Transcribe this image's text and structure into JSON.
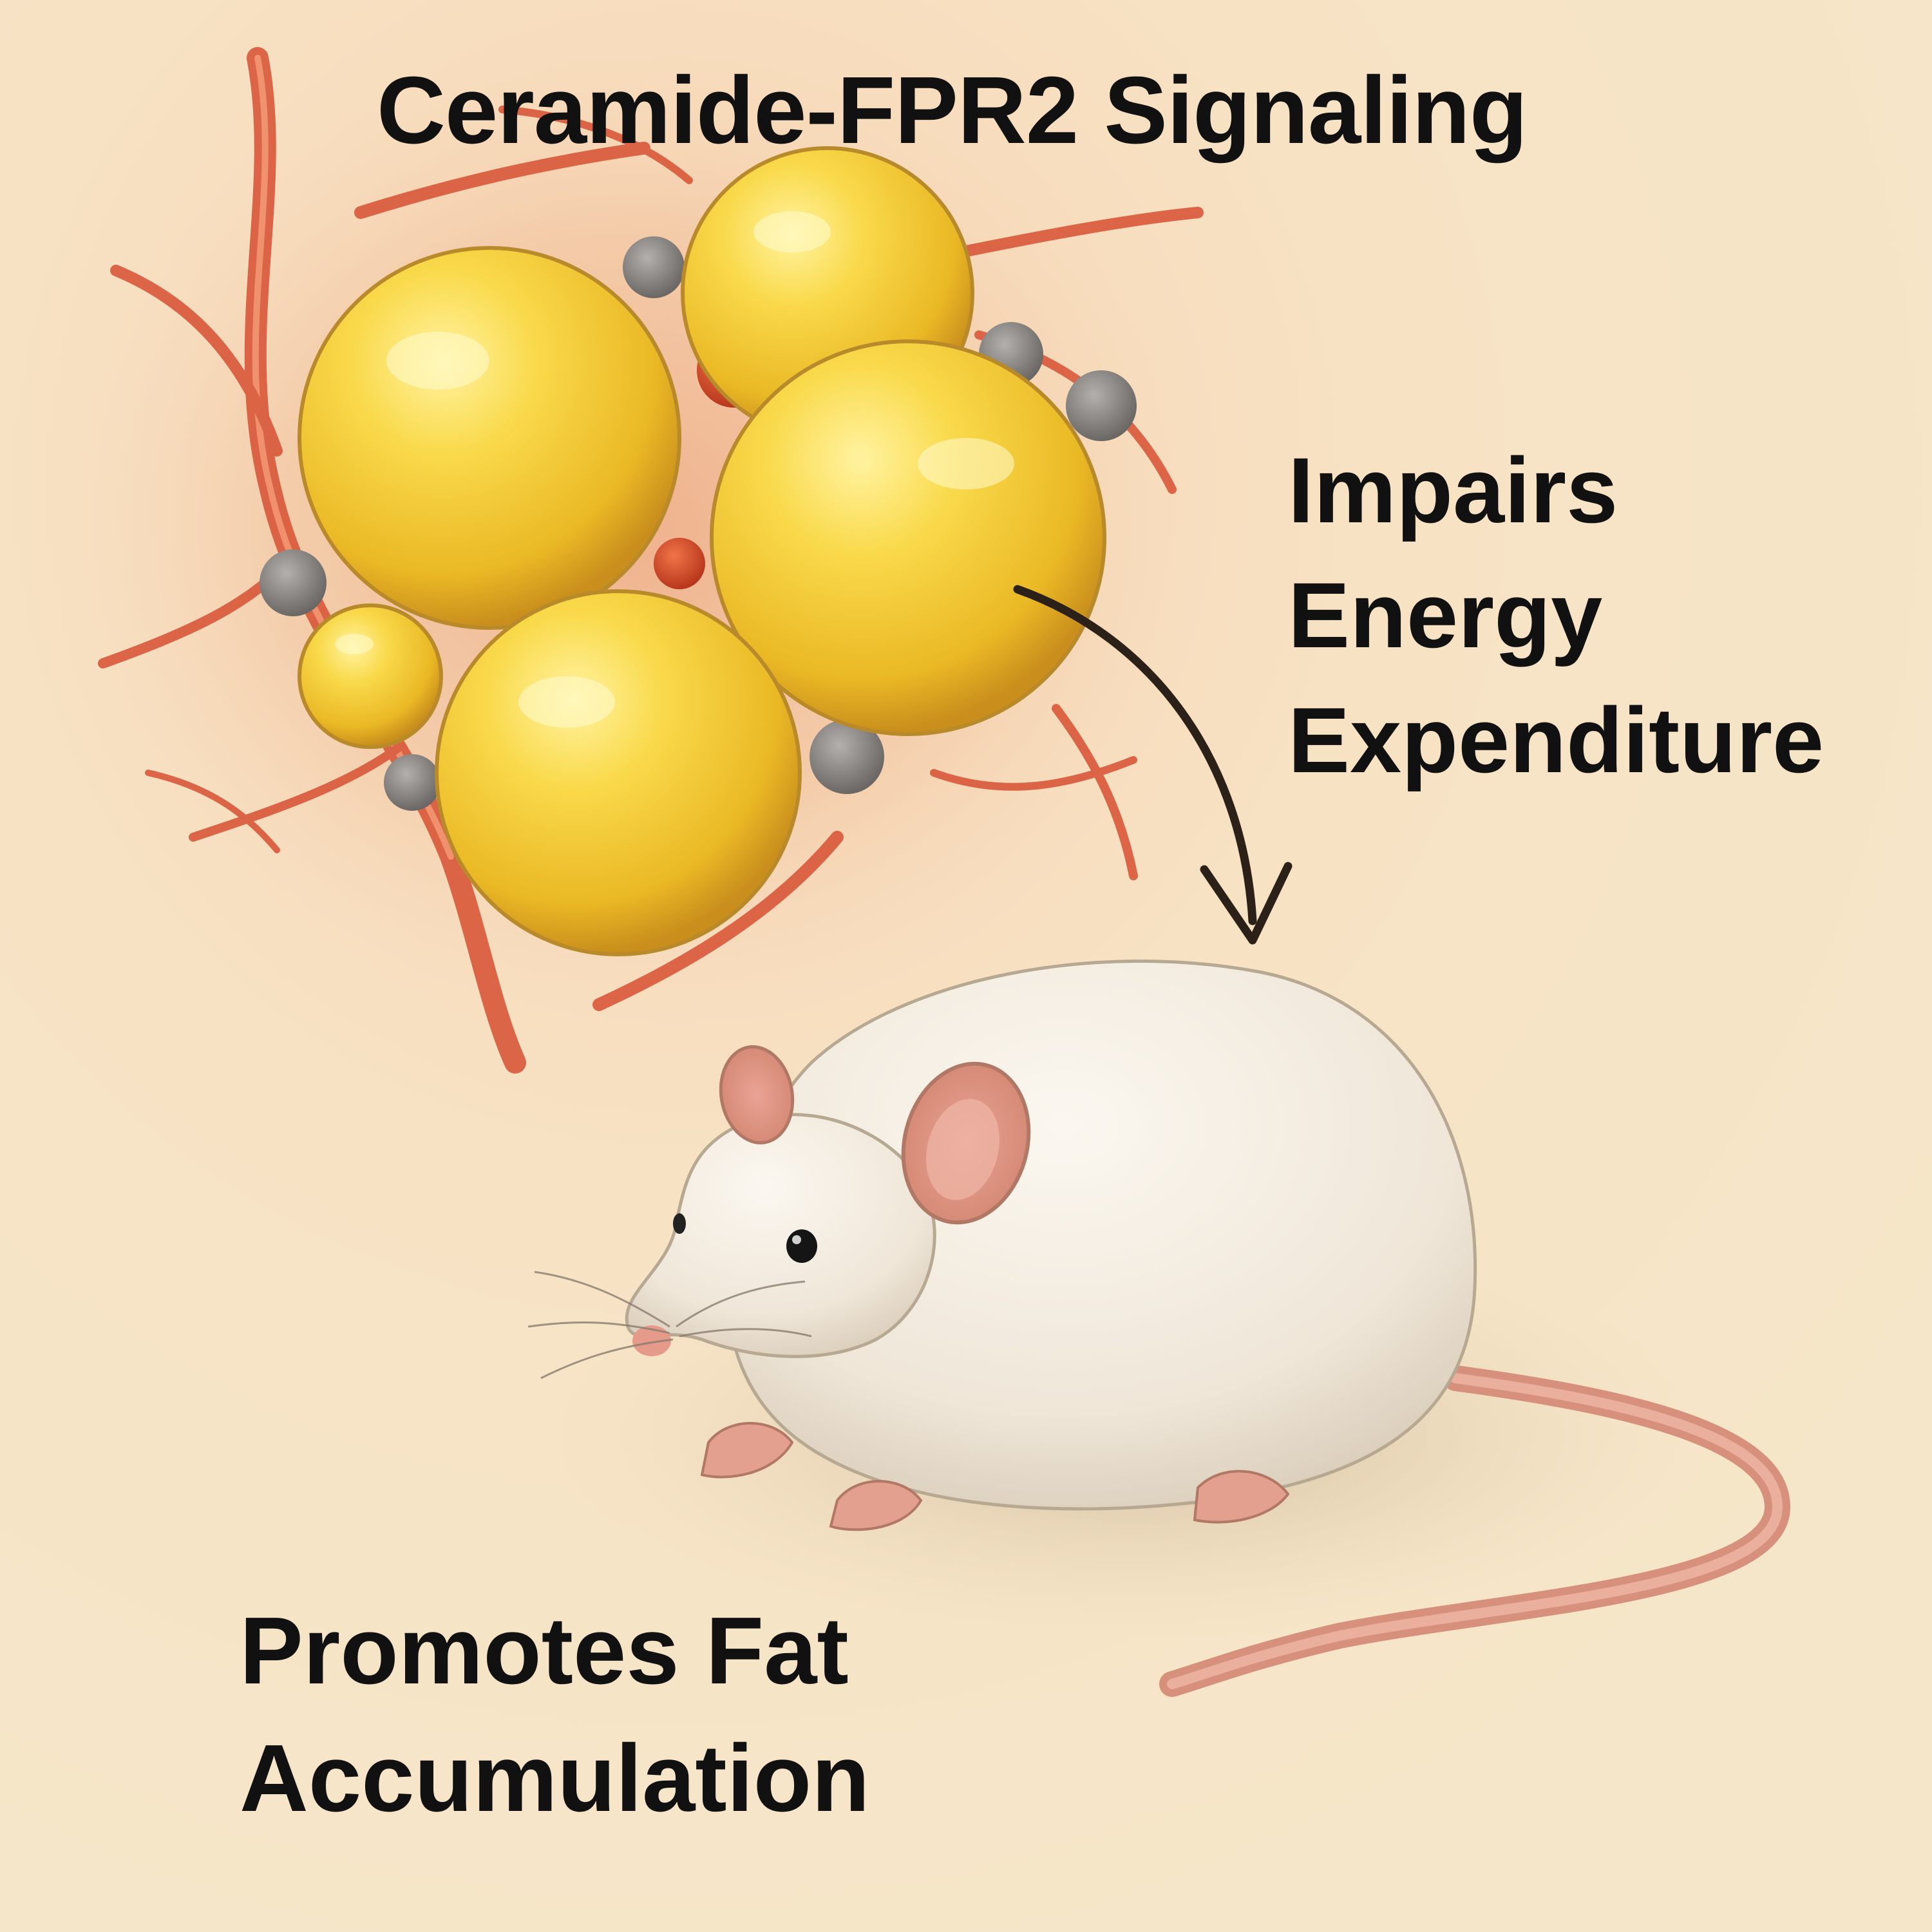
{
  "title": "Ceramide-FPR2 Signaling",
  "effect": {
    "lines": [
      "Impairs",
      "Energy",
      "Expenditure"
    ]
  },
  "outcome": {
    "lines": [
      "Promotes Fat",
      "Accumulation"
    ]
  },
  "illustration": {
    "top_left": "adipose-tissue-cluster",
    "bottom": "obese-white-mouse"
  },
  "colors": {
    "background": "#f7e4c6",
    "fat_cell": "#f2c531",
    "blood_vessel": "#d9583a",
    "arrow": "#2b2118",
    "mouse_fur": "#f4ede2",
    "mouse_skin": "#e3a08e"
  }
}
